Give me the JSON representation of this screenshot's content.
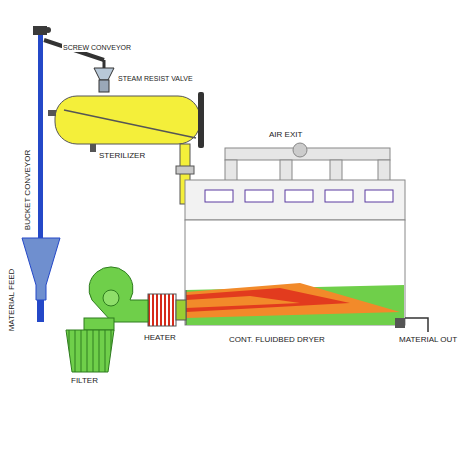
{
  "diagram": {
    "labels": [
      "SCREW CONVEYOR",
      "STEAM RESIST VALVE",
      "STERILIZER",
      "AIR EXIT",
      "HEATER",
      "CONT. FLUIDBED DRYER",
      "MATERIAL OUT",
      "FILTER",
      "MATERIAL FEED",
      "BUCKET CONVEYOR"
    ]
  }
}
